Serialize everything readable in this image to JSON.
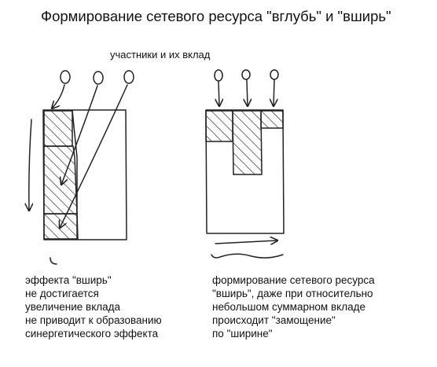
{
  "title": "Формирование сетевого ресурса \"вглубь\" и \"вширь\"",
  "participants_label": "участники и их вклад",
  "left_notes": [
    "эффекта \"вширь\"",
    "  не достигается",
    "увеличение вклада",
    "  не приводит к образованию",
    "  синергетического эффекта"
  ],
  "right_notes": [
    "формирование сетевого ресурса",
    "  \"вширь\", даже при относительно",
    "  небольшом суммарном вкладе",
    "  происходит \"замощение\"",
    "  по \"ширине\""
  ]
}
